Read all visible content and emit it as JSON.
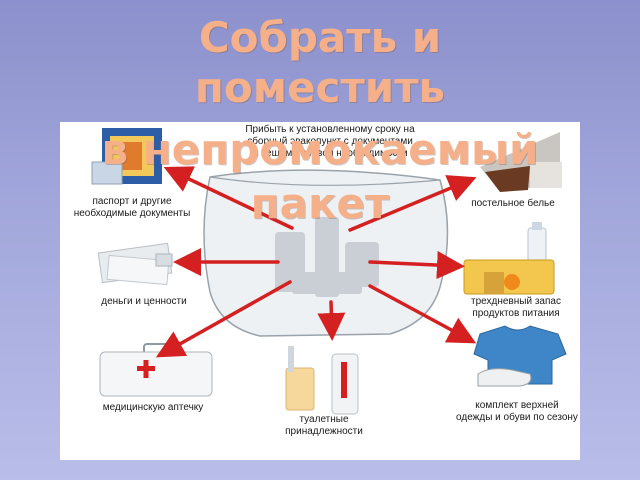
{
  "title": {
    "line1": "Собрать и",
    "line2": "поместить",
    "line3": "в непромокаемый",
    "line4": "пакет"
  },
  "colors": {
    "title": "#f5b089",
    "arrow": "#d42020",
    "background_top": "#8c90cc",
    "background_bottom": "#b9bde9"
  },
  "diagram": {
    "instruction_lines": [
      "Прибыть к установленному сроку на",
      "сборный эвакопункт с документами",
      "и вещами первой необходимости"
    ],
    "items": {
      "passport": "паспорт и другие необходимые документы",
      "money": "деньги и ценности",
      "first_aid": "медицинскую аптечку",
      "toiletries": "туалетные принадлежности",
      "clothes": "комплект верхней одежды и обуви по сезону",
      "food": "трехдневный запас продуктов питания",
      "bedding": "постельное белье"
    },
    "icons": {
      "passport": "passport-icon",
      "money": "money-icon",
      "first_aid": "first-aid-kit-icon",
      "toiletries": "toiletries-icon",
      "clothes": "shirt-icon",
      "food": "food-icon",
      "bedding": "bedding-icon",
      "bag": "bag-icon"
    }
  }
}
